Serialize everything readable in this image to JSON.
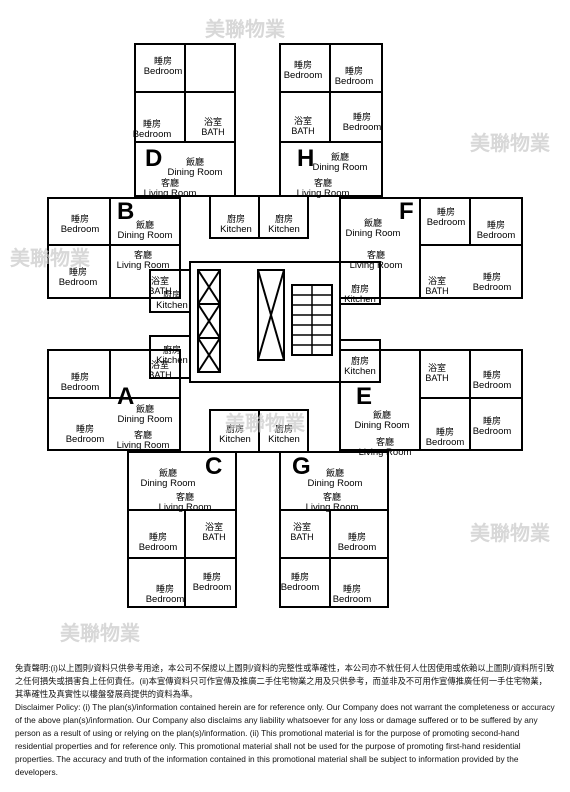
{
  "watermark": "美聯物業",
  "units": [
    {
      "letter": "D",
      "rooms": [
        {
          "zh": "睡房",
          "en": "Bedroom"
        },
        {
          "zh": "睡房",
          "en": "Bedroom"
        },
        {
          "zh": "浴室",
          "en": "BATH"
        },
        {
          "zh": "飯廳",
          "en": "Dining Room"
        },
        {
          "zh": "客廳",
          "en": "Living Room"
        },
        {
          "zh": "廚房",
          "en": "Kitchen"
        }
      ]
    },
    {
      "letter": "H",
      "rooms": [
        {
          "zh": "睡房",
          "en": "Bedroom"
        },
        {
          "zh": "睡房",
          "en": "Bedroom"
        },
        {
          "zh": "睡房",
          "en": "Bedroom"
        },
        {
          "zh": "浴室",
          "en": "BATH"
        },
        {
          "zh": "飯廳",
          "en": "Dining Room"
        },
        {
          "zh": "客廳",
          "en": "Living Room"
        },
        {
          "zh": "廚房",
          "en": "Kitchen"
        }
      ]
    },
    {
      "letter": "B",
      "rooms": [
        {
          "zh": "睡房",
          "en": "Bedroom"
        },
        {
          "zh": "飯廳",
          "en": "Dining Room"
        },
        {
          "zh": "客廳",
          "en": "Living Room"
        },
        {
          "zh": "睡房",
          "en": "Bedroom"
        },
        {
          "zh": "浴室",
          "en": "BATH"
        },
        {
          "zh": "廚房",
          "en": "Kitchen"
        }
      ]
    },
    {
      "letter": "F",
      "rooms": [
        {
          "zh": "飯廳",
          "en": "Dining Room"
        },
        {
          "zh": "客廳",
          "en": "Living Room"
        },
        {
          "zh": "睡房",
          "en": "Bedroom"
        },
        {
          "zh": "睡房",
          "en": "Bedroom"
        },
        {
          "zh": "浴室",
          "en": "BATH"
        },
        {
          "zh": "睡房",
          "en": "Bedroom"
        },
        {
          "zh": "廚房",
          "en": "Kitchen"
        }
      ]
    },
    {
      "letter": "A",
      "rooms": [
        {
          "zh": "睡房",
          "en": "Bedroom"
        },
        {
          "zh": "浴室",
          "en": "BATH"
        },
        {
          "zh": "廚房",
          "en": "Kitchen"
        },
        {
          "zh": "睡房",
          "en": "Bedroom"
        },
        {
          "zh": "飯廳",
          "en": "Dining Room"
        },
        {
          "zh": "客廳",
          "en": "Living Room"
        }
      ]
    },
    {
      "letter": "E",
      "rooms": [
        {
          "zh": "廚房",
          "en": "Kitchen"
        },
        {
          "zh": "浴室",
          "en": "BATH"
        },
        {
          "zh": "睡房",
          "en": "Bedroom"
        },
        {
          "zh": "飯廳",
          "en": "Dining Room"
        },
        {
          "zh": "客廳",
          "en": "Living Room"
        },
        {
          "zh": "睡房",
          "en": "Bedroom"
        },
        {
          "zh": "睡房",
          "en": "Bedroom"
        }
      ]
    },
    {
      "letter": "C",
      "rooms": [
        {
          "zh": "廚房",
          "en": "Kitchen"
        },
        {
          "zh": "飯廳",
          "en": "Dining Room"
        },
        {
          "zh": "客廳",
          "en": "Living Room"
        },
        {
          "zh": "浴室",
          "en": "BATH"
        },
        {
          "zh": "睡房",
          "en": "Bedroom"
        },
        {
          "zh": "睡房",
          "en": "Bedroom"
        },
        {
          "zh": "睡房",
          "en": "Bedroom"
        }
      ]
    },
    {
      "letter": "G",
      "rooms": [
        {
          "zh": "廚房",
          "en": "Kitchen"
        },
        {
          "zh": "飯廳",
          "en": "Dining Room"
        },
        {
          "zh": "客廳",
          "en": "Living Room"
        },
        {
          "zh": "浴室",
          "en": "BATH"
        },
        {
          "zh": "睡房",
          "en": "Bedroom"
        },
        {
          "zh": "睡房",
          "en": "Bedroom"
        },
        {
          "zh": "睡房",
          "en": "Bedroom"
        }
      ]
    }
  ],
  "disclaimer": {
    "zh": "免責聲明:(i)以上圖則/資料只供參考用途，本公司不保證以上圖則/資料的完整性或準確性，本公司亦不就任何人仕因使用或依賴以上圖則/資料所引致之任何損失或損害負上任何責任。(ii)本宣傳資料只可作宣傳及推廣二手住宅物業之用及只供參考，而並非及不可用作宣傳推廣任何一手住宅物業，其準確性及真實性以樓盤發展商提供的資料為準。",
    "en": "Disclaimer Policy: (i) The plan(s)/information contained herein are for reference only. Our Company does not warrant the completeness or accuracy of the above plan(s)/information. Our Company also disclaims any liability whatsoever for any loss or damage suffered or to be suffered by any person as a result of using or relying on the plan(s)/information. (ii) This promotional material is for the purpose of promoting second-hand residential properties and for reference only. This promotional material shall not be used for the purpose of promoting first-hand residential properties. The accuracy and truth of the information contained in this promotional material shall be subject to information provided by the developers."
  }
}
